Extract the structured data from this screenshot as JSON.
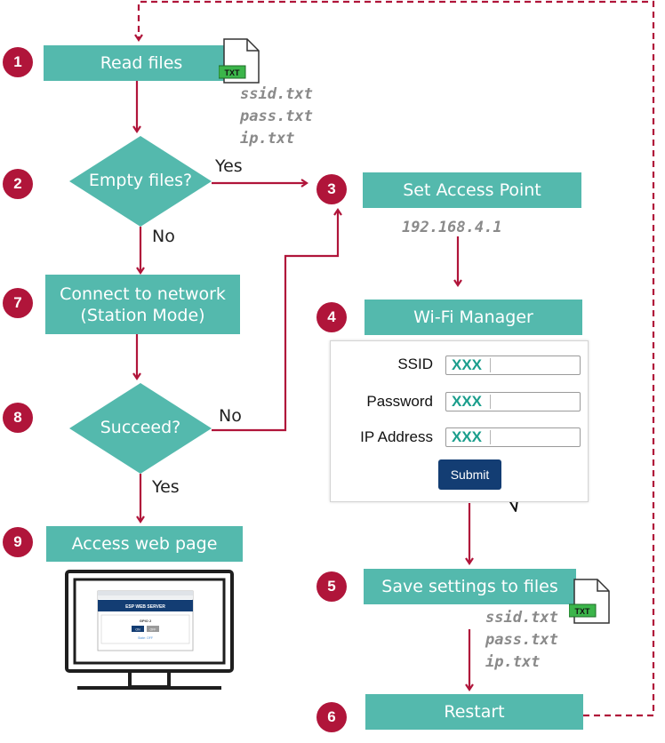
{
  "colors": {
    "box": "#54b9ad",
    "badge": "#b0153a",
    "arrow": "#b0153a",
    "button": "#133d73",
    "value": "#1a9e8c"
  },
  "steps": [
    {
      "num": "1",
      "label": "Read files"
    },
    {
      "num": "2",
      "label": "Empty files?"
    },
    {
      "num": "3",
      "label": "Set Access Point"
    },
    {
      "num": "4",
      "label": "Wi-Fi Manager"
    },
    {
      "num": "5",
      "label": "Save settings to files"
    },
    {
      "num": "6",
      "label": "Restart"
    },
    {
      "num": "7",
      "label": "Connect to network\n(Station Mode)"
    },
    {
      "num": "8",
      "label": "Succeed?"
    },
    {
      "num": "9",
      "label": "Access web page"
    }
  ],
  "edges": {
    "yes_top": "Yes",
    "no_left": "No",
    "no_right": "No",
    "yes_bottom": "Yes"
  },
  "files_text_top": "ssid.txt\npass.txt\nip.txt",
  "files_text_bottom": "ssid.txt\npass.txt\nip.txt",
  "file_badge": "TXT",
  "ip_address": "192.168.4.1",
  "form": {
    "fields": [
      {
        "label": "SSID",
        "value": "XXX"
      },
      {
        "label": "Password",
        "value": "XXX"
      },
      {
        "label": "IP Address",
        "value": "XXX"
      }
    ],
    "submit_label": "Submit"
  },
  "mini_page": {
    "header": "ESP WEB SERVER",
    "gpio": "GPIO 2",
    "on": "ON",
    "off": "OFF",
    "state": "State: OFF"
  }
}
